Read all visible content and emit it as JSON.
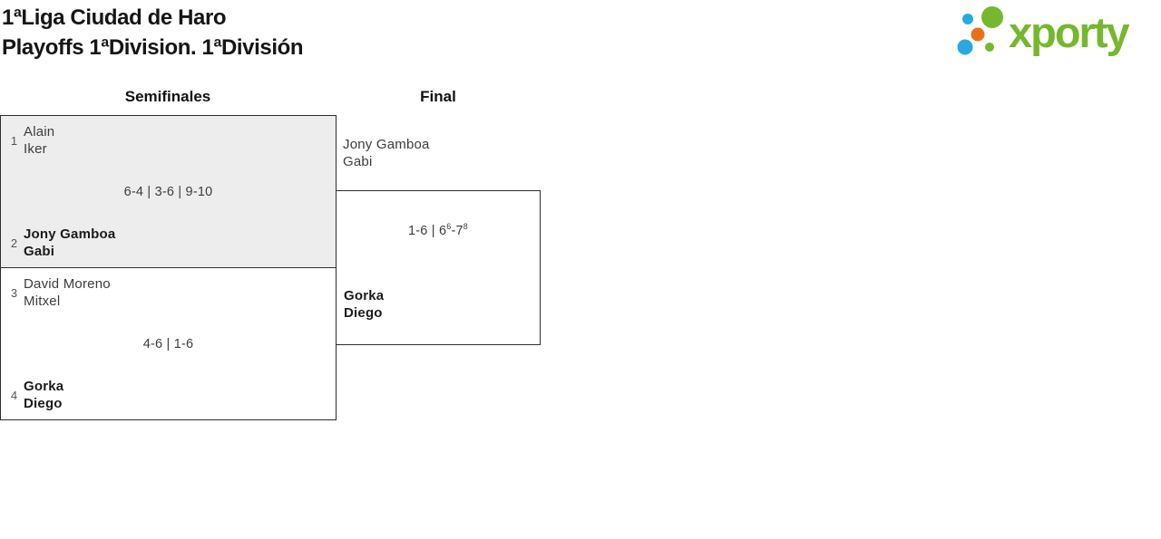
{
  "page": {
    "title_line1": "1ªLiga Ciudad de Haro",
    "title_line2": "Playoffs 1ªDivision. 1ªDivisión"
  },
  "logo": {
    "text": "xporty",
    "colors": {
      "green": "#76b82d",
      "blue": "#29a9e1",
      "orange": "#e87117"
    }
  },
  "bracket": {
    "round_labels": {
      "semifinals": "Semifinales",
      "final": "Final"
    },
    "semifinals": [
      {
        "seed_top": "1",
        "team_top_line1": "Alain",
        "team_top_line2": "Iker",
        "score": "6-4 | 3-6 | 9-10",
        "seed_bottom": "2",
        "team_bottom_line1": "Jony Gamboa",
        "team_bottom_line2": "Gabi",
        "winner": "bottom"
      },
      {
        "seed_top": "3",
        "team_top_line1": "David Moreno",
        "team_top_line2": "Mitxel",
        "score": "4-6 | 1-6",
        "seed_bottom": "4",
        "team_bottom_line1": "Gorka",
        "team_bottom_line2": "Diego",
        "winner": "bottom"
      }
    ],
    "final": {
      "team_top_line1": "Jony Gamboa",
      "team_top_line2": "Gabi",
      "score_parts": [
        {
          "t": "1-6 | 6"
        },
        {
          "t": "6",
          "sup": true
        },
        {
          "t": "-7"
        },
        {
          "t": "8",
          "sup": true
        }
      ],
      "team_bottom_line1": "Gorka",
      "team_bottom_line2": "Diego",
      "winner": "bottom"
    }
  }
}
